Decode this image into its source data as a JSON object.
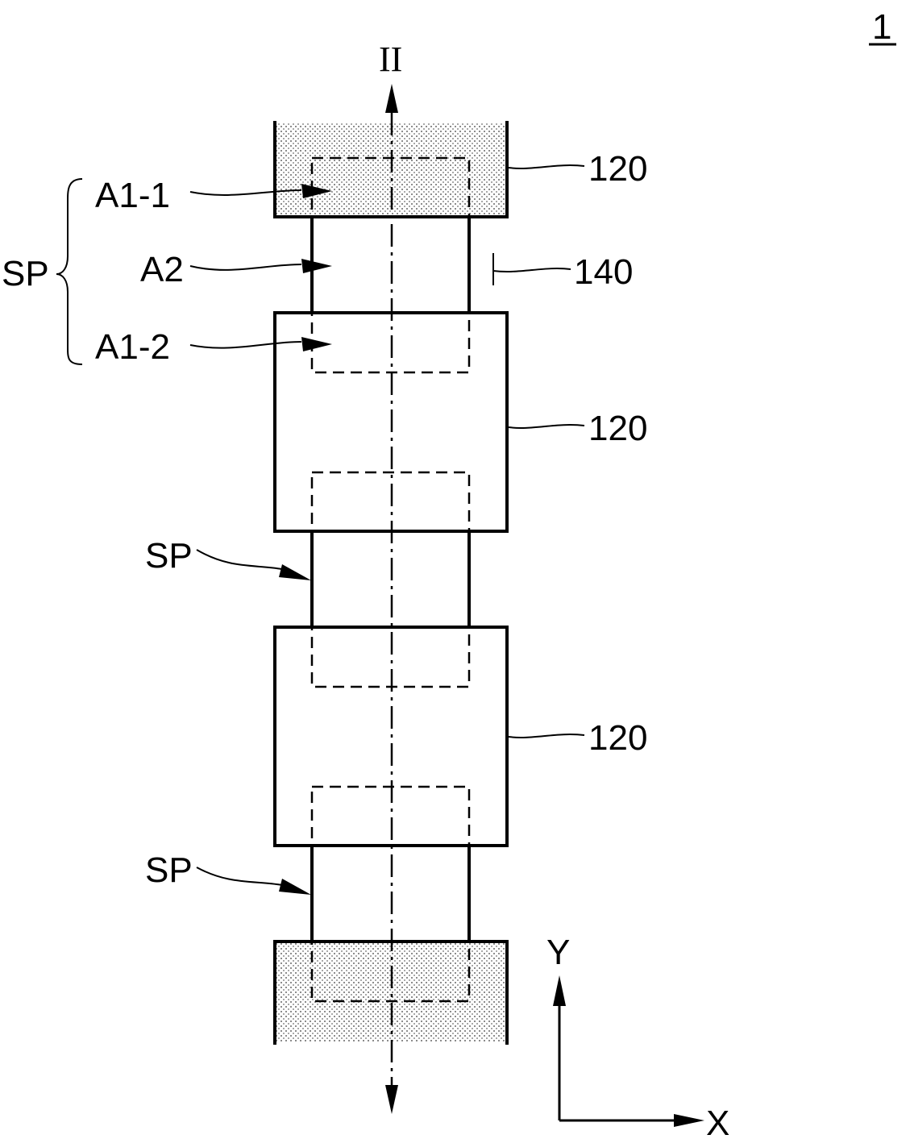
{
  "figure": {
    "number": "1",
    "section_label": "II",
    "labels": {
      "pad_1": "120",
      "pad_2": "120",
      "pad_3": "120",
      "line": "140",
      "sp_group": "SP",
      "a1_1": "A1-1",
      "a2": "A2",
      "a1_2": "A1-2",
      "sp_2": "SP",
      "sp_3": "SP"
    },
    "axes": {
      "y": "Y",
      "x": "X"
    },
    "colors": {
      "stroke": "#000000",
      "fill_pattern": "#8c8c8c"
    }
  }
}
